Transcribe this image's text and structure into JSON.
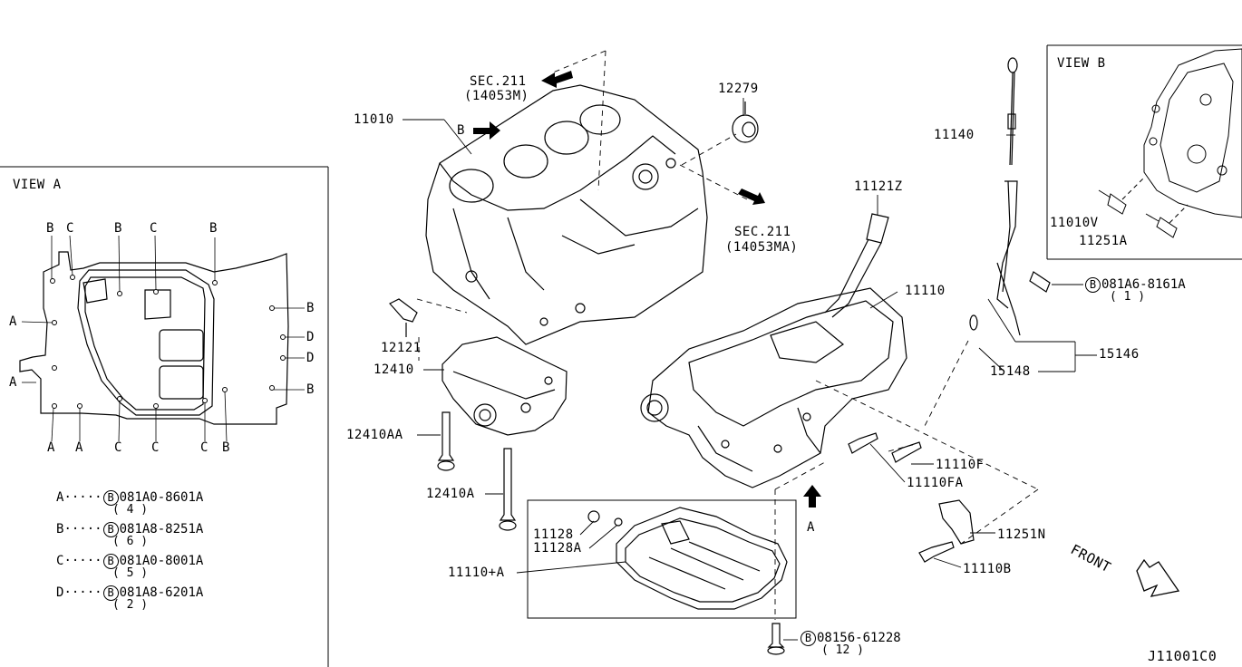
{
  "view_a": {
    "title": "VIEW A",
    "top_letters": [
      "B",
      "C",
      "B",
      "C",
      "B"
    ],
    "right_letters": [
      "B",
      "D",
      "D",
      "B"
    ],
    "left_letters": [
      "A",
      "A"
    ],
    "bottom_letters": [
      "A",
      "A",
      "C",
      "C",
      "C",
      "B"
    ],
    "legend": [
      {
        "key": "A",
        "dots": "·····",
        "part": "081A0-8601A",
        "qty": "( 4 )"
      },
      {
        "key": "B",
        "dots": "·····",
        "part": "081A8-8251A",
        "qty": "( 6 )"
      },
      {
        "key": "C",
        "dots": "·····",
        "part": "081A0-8001A",
        "qty": "( 5 )"
      },
      {
        "key": "D",
        "dots": "·····",
        "part": "081A8-6201A",
        "qty": "( 2 )"
      }
    ],
    "bolt_symbol": "B"
  },
  "view_b": {
    "title": "VIEW B",
    "labels": [
      "11010V",
      "11251A"
    ]
  },
  "callouts": {
    "sec211_top": "SEC.211",
    "sec211_top_sub": "(14053M)",
    "sec211_right": "SEC.211",
    "sec211_right_sub": "(14053MA)",
    "arrow_b": "B",
    "arrow_a": "A",
    "p11010": "11010",
    "p12279": "12279",
    "p12121": "12121",
    "p12410": "12410",
    "p12410AA": "12410AA",
    "p12410A": "12410A",
    "p11121Z": "11121Z",
    "p11110": "11110",
    "p11140": "11140",
    "p15146": "15146",
    "p15148": "15148",
    "p11110F": "11110F",
    "p11110FA": "11110FA",
    "p11251N": "11251N",
    "p11110B": "11110B",
    "p11128": "11128",
    "p11128A": "11128A",
    "p11110A": "11110+A",
    "bolt1_part": "081A6-8161A",
    "bolt1_qty": "( 1 )",
    "bolt2_part": "08156-61228",
    "bolt2_qty": "( 12 )",
    "bolt_symbol": "B",
    "front": "FRONT",
    "diagram_code": "J11001C0"
  }
}
